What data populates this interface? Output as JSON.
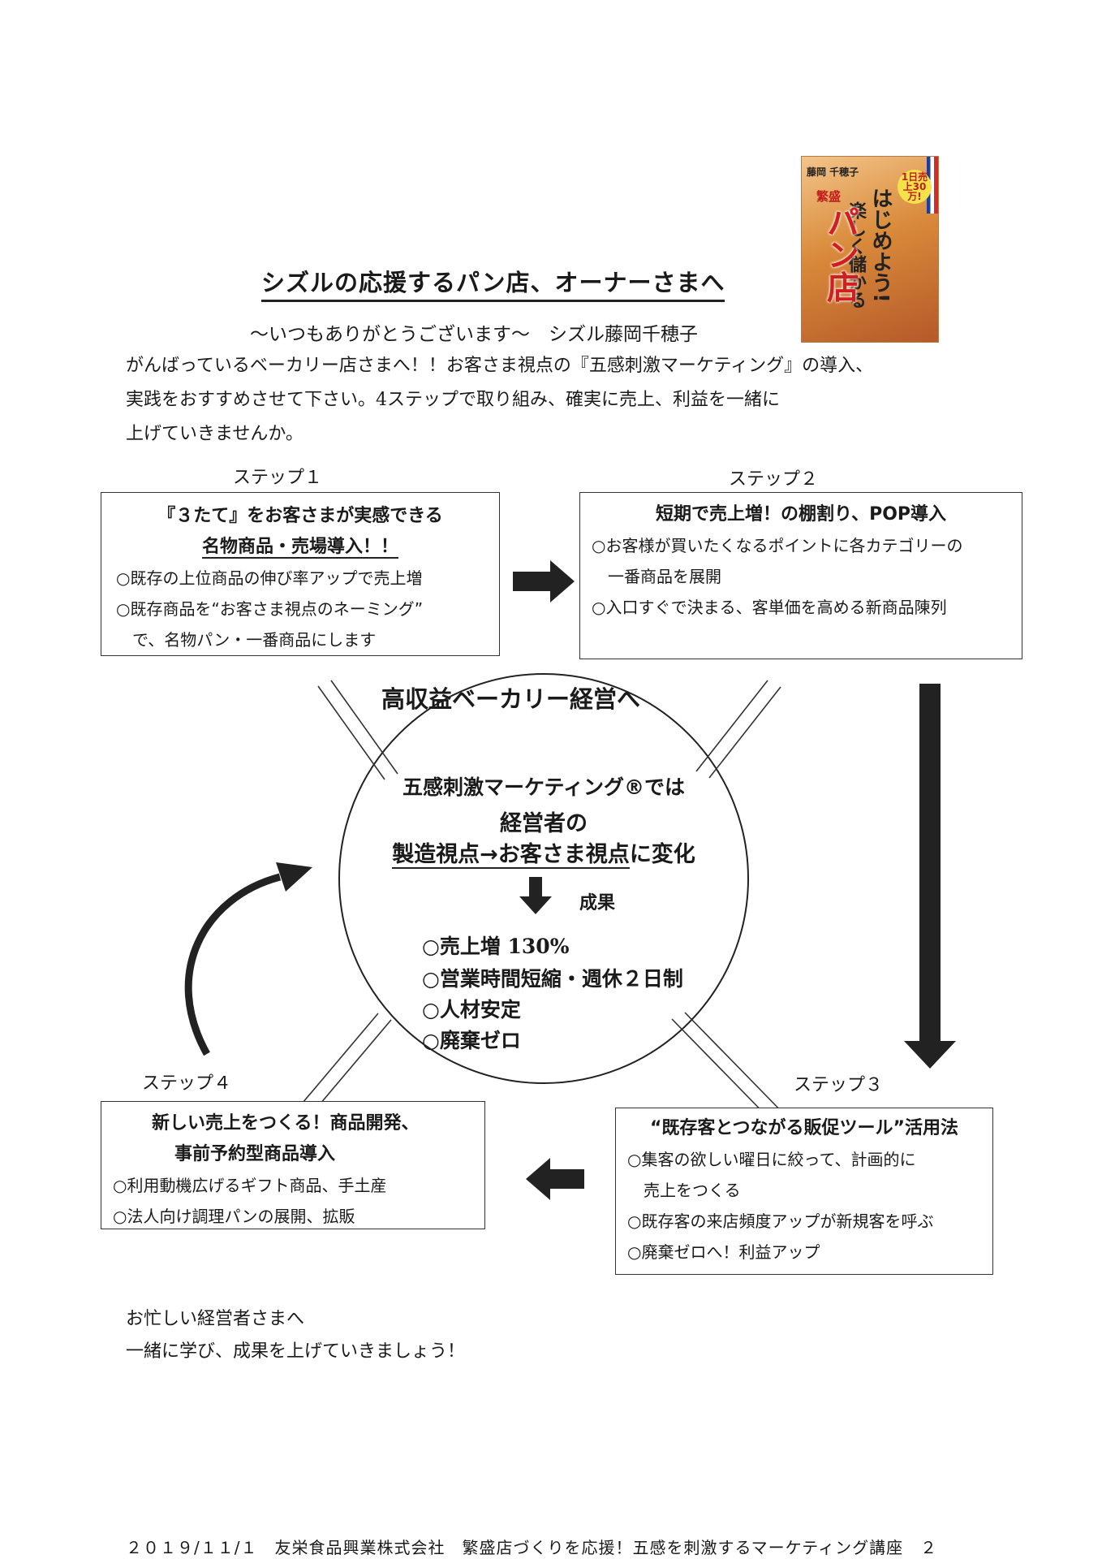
{
  "header": {
    "title": "シズルの応援するパン店、オーナーさまへ",
    "subtitle": "～いつもありがとうございます～　シズル藤岡千穂子",
    "intro_lines": [
      "がんばっているベーカリー店さまへ！！お客さま視点の『五感刺激マーケティング』の導入、",
      "実践をおすすめさせて下さい。4ステップで取り組み、確実に売上、利益を一緒に",
      "上げていきませんか。"
    ]
  },
  "book": {
    "author": "藤岡 千穂子",
    "badge": "1日売上30万!",
    "title_main": "はじめよう!",
    "title_sub": "楽しく儲かる",
    "title_hanjo": "繁盛",
    "title_big": "パン店"
  },
  "steps": [
    {
      "label": "ステップ１",
      "heading_lines": [
        "『３たて』をお客さまが実感できる",
        "名物商品・売場導入！！"
      ],
      "items": [
        "○既存の上位商品の伸び率アップで売上増",
        "○既存商品を“お客さま視点のネーミング”",
        "　で、名物パン・一番商品にします"
      ]
    },
    {
      "label": "ステップ２",
      "heading_lines": [
        "短期で売上増！の棚割り、POP導入"
      ],
      "items": [
        "○お客様が買いたくなるポイントに各カテゴリーの",
        "　一番商品を展開",
        "○入口すぐで決まる、客単価を高める新商品陳列"
      ]
    },
    {
      "label": "ステップ３",
      "heading_lines": [
        "“既存客とつながる販促ツール”活用法"
      ],
      "items": [
        "○集客の欲しい曜日に絞って、計画的に",
        "　売上をつくる",
        "○既存客の来店頻度アップが新規客を呼ぶ",
        "○廃棄ゼロへ！利益アップ"
      ]
    },
    {
      "label": "ステップ４",
      "heading_lines": [
        "新しい売上をつくる！商品開発、",
        "事前予約型商品導入"
      ],
      "items": [
        "○利用動機広げるギフト商品、手土産",
        "○法人向け調理パンの展開、拡販"
      ]
    }
  ],
  "center": {
    "title": "高収益ベーカリー経営へ",
    "line1": "五感刺激マーケティング®では",
    "line2": "経営者の",
    "line3_underlined": "製造視点→お客さま視点",
    "line3_tail": "に変化",
    "result_label": "成果",
    "results": [
      "○売上増 130%",
      "○営業時間短縮・週休２日制",
      "○人材安定",
      "○廃棄ゼロ"
    ]
  },
  "closing": [
    "お忙しい経営者さまへ",
    "一緒に学び、成果を上げていきましょう！"
  ],
  "footer": "２０１９/１１/１　友栄食品興業株式会社　繁盛店づくりを応援！五感を刺激するマーケティング講座　２"
}
